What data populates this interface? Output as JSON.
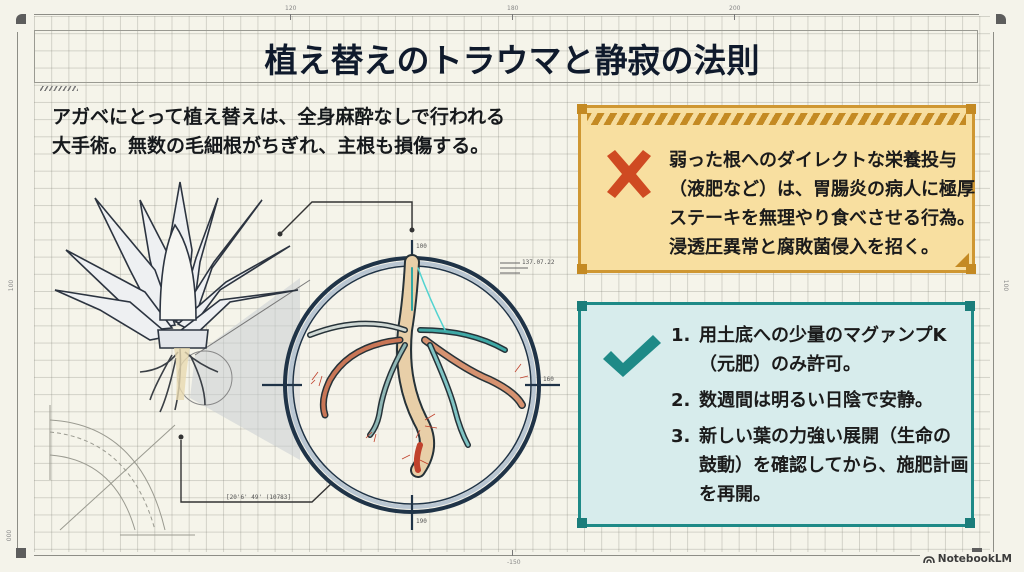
{
  "title": "植え替えのトラウマと静寂の法則",
  "intro": {
    "line1": "アガベにとって植え替えは、全身麻酔なしで行われる",
    "line2": "大手術。無数の毛細根がちぎれ、主根も損傷する。"
  },
  "warning": {
    "icon": "cross-icon",
    "color": "#cf4a22",
    "lines": [
      "弱った根へのダイレクトな栄養投与",
      "（液肥など）は、胃腸炎の病人に極厚",
      "ステーキを無理やり食べさせる行為。",
      "浸透圧異常と腐敗菌侵入を招く。"
    ]
  },
  "recommendations": {
    "icon": "checkmark-icon",
    "color": "#1e8a87",
    "items": [
      {
        "num": "1.",
        "line1": "用土底への少量のマグァンプK",
        "line2": "（元肥）のみ許可。"
      },
      {
        "num": "2.",
        "line1": "数週間は明るい日陰で安静。",
        "line2": ""
      },
      {
        "num": "3.",
        "line1": "新しい葉の力強い展開（生命の",
        "line2": "鼓動）を確認してから、施肥計画",
        "line3": "を再開。"
      }
    ]
  },
  "diagram": {
    "labels": {
      "top_marker": "100",
      "right_marker": "160",
      "bottom_marker": "190",
      "coordinates": "[20'6' 49' (10783]",
      "top_right_note": "137.07.22"
    }
  },
  "rulers": {
    "top": [
      "120",
      "180",
      "200"
    ],
    "bottom": [
      "-150"
    ],
    "left": [
      "100"
    ],
    "right": [
      "100"
    ],
    "bottom_left": "000"
  },
  "colors": {
    "background": "#f4f3ea",
    "title": "#0f1a2c",
    "warning_fill": "#f8dfa0",
    "warning_border": "#cf9732",
    "ok_fill": "#d7ecec",
    "ok_border": "#1e8a87"
  },
  "watermark": "NotebookLM"
}
